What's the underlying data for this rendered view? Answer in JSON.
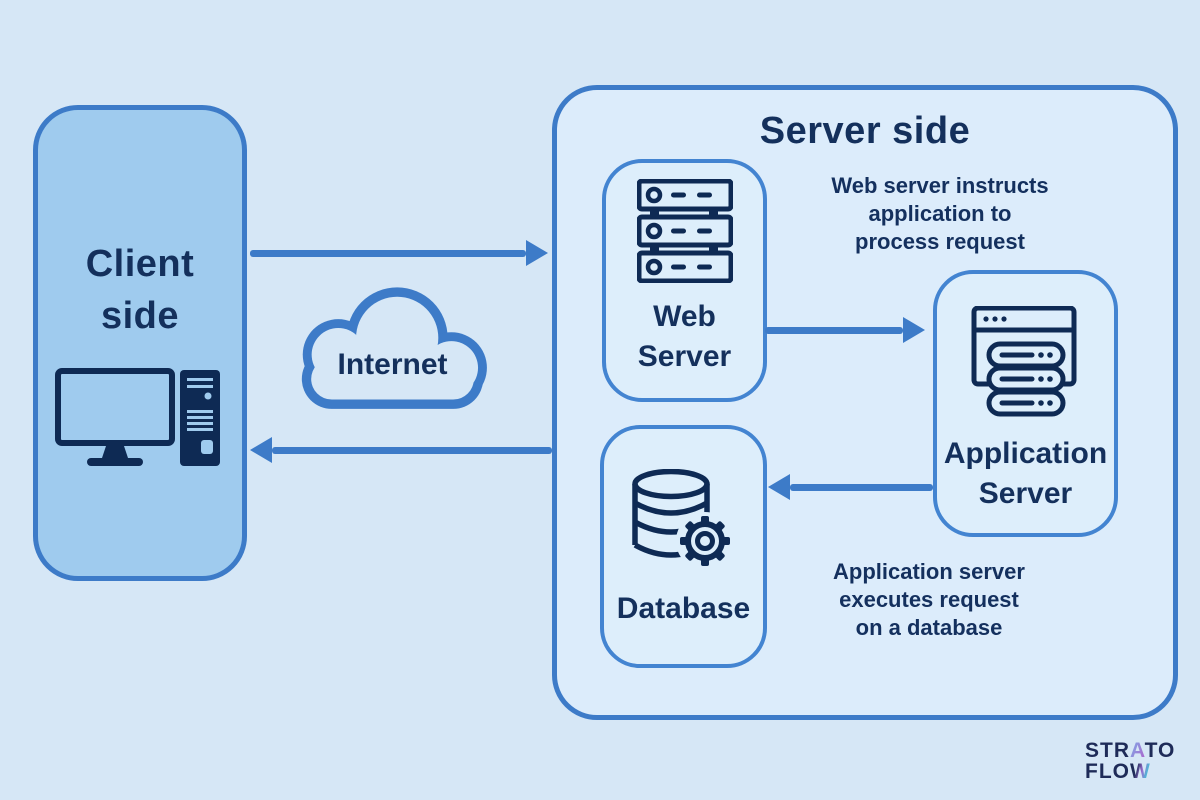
{
  "colors": {
    "background": "#d6e7f6",
    "accent_blue": "#3d7bc8",
    "node_border_blue": "#4384d1",
    "navy_text": "#14305c",
    "icon_navy": "#0e2a54",
    "client_fill": "#9fcbee",
    "server_fill": "#dcecfb",
    "logo_navy": "#1e2b58",
    "logo_purple": "#a96ccf",
    "logo_teal": "#3fc6d8"
  },
  "client": {
    "title": [
      "Client",
      "side"
    ]
  },
  "internet": {
    "label": "Internet"
  },
  "server": {
    "title": "Server side",
    "web_server": {
      "label": [
        "Web",
        "Server"
      ]
    },
    "application_server": {
      "label": [
        "Application",
        "Server"
      ]
    },
    "database": {
      "label": "Database"
    },
    "annotation_web_to_app": [
      "Web server instructs",
      "application to",
      "process request"
    ],
    "annotation_app_to_db": [
      "Application server",
      "executes request",
      "on a database"
    ]
  },
  "logo": {
    "strato_pre": "STR",
    "strato_a": "A",
    "strato_post": "TO",
    "flow_pre": "FLO",
    "flow_w": "W"
  }
}
